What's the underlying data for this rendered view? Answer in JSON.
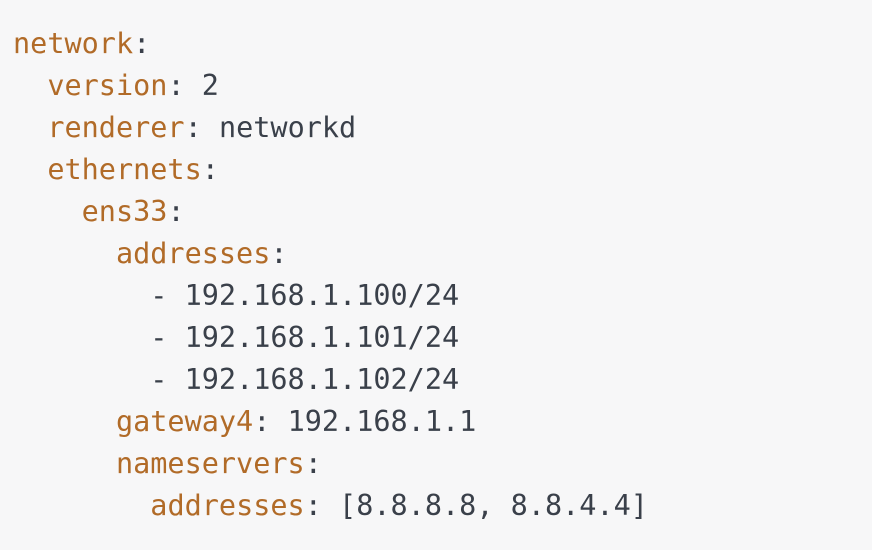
{
  "colors": {
    "background": "#f7f7f8",
    "key": "#b16b28",
    "value": "#3a404a",
    "punctuation": "#3a404a"
  },
  "code": {
    "lines": [
      {
        "indent": 0,
        "segments": [
          {
            "type": "key",
            "text": "network"
          },
          {
            "type": "punct",
            "text": ":"
          }
        ]
      },
      {
        "indent": 2,
        "segments": [
          {
            "type": "key",
            "text": "version"
          },
          {
            "type": "punct",
            "text": ":"
          },
          {
            "type": "val",
            "text": " 2"
          }
        ]
      },
      {
        "indent": 2,
        "segments": [
          {
            "type": "key",
            "text": "renderer"
          },
          {
            "type": "punct",
            "text": ":"
          },
          {
            "type": "val",
            "text": " networkd"
          }
        ]
      },
      {
        "indent": 2,
        "segments": [
          {
            "type": "key",
            "text": "ethernets"
          },
          {
            "type": "punct",
            "text": ":"
          }
        ]
      },
      {
        "indent": 4,
        "segments": [
          {
            "type": "key",
            "text": "ens33"
          },
          {
            "type": "punct",
            "text": ":"
          }
        ]
      },
      {
        "indent": 6,
        "segments": [
          {
            "type": "key",
            "text": "addresses"
          },
          {
            "type": "punct",
            "text": ":"
          }
        ]
      },
      {
        "indent": 8,
        "segments": [
          {
            "type": "punct",
            "text": "- "
          },
          {
            "type": "val",
            "text": "192.168.1.100/24"
          }
        ]
      },
      {
        "indent": 8,
        "segments": [
          {
            "type": "punct",
            "text": "- "
          },
          {
            "type": "val",
            "text": "192.168.1.101/24"
          }
        ]
      },
      {
        "indent": 8,
        "segments": [
          {
            "type": "punct",
            "text": "- "
          },
          {
            "type": "val",
            "text": "192.168.1.102/24"
          }
        ]
      },
      {
        "indent": 6,
        "segments": [
          {
            "type": "key",
            "text": "gateway4"
          },
          {
            "type": "punct",
            "text": ":"
          },
          {
            "type": "val",
            "text": " 192.168.1.1"
          }
        ]
      },
      {
        "indent": 6,
        "segments": [
          {
            "type": "key",
            "text": "nameservers"
          },
          {
            "type": "punct",
            "text": ":"
          }
        ]
      },
      {
        "indent": 8,
        "segments": [
          {
            "type": "key",
            "text": "addresses"
          },
          {
            "type": "punct",
            "text": ":"
          },
          {
            "type": "val",
            "text": " [8.8.8.8, 8.8.4.4]"
          }
        ]
      }
    ]
  }
}
